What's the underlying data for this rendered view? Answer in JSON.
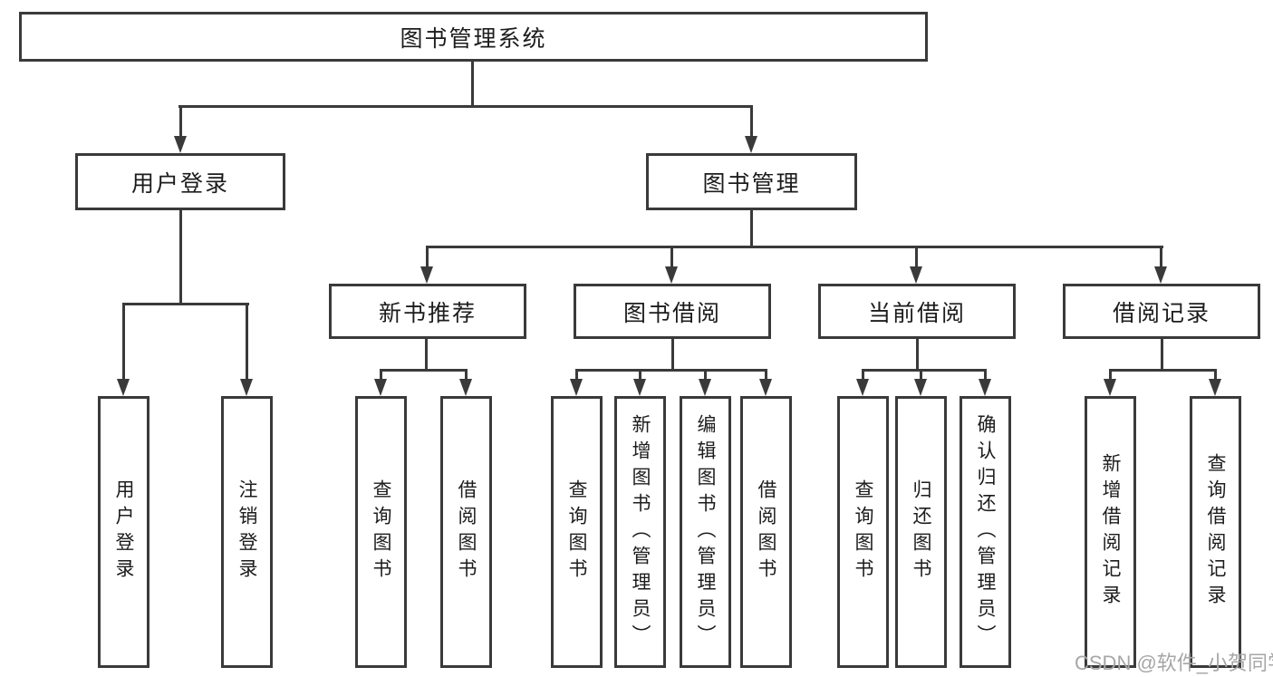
{
  "diagram_type": "hierarchy-tree",
  "tree": {
    "label": "图书管理系统",
    "children": [
      {
        "label": "用户登录",
        "children": [
          {
            "label": "用户登录"
          },
          {
            "label": "注销登录"
          }
        ]
      },
      {
        "label": "图书管理",
        "children": [
          {
            "label": "新书推荐",
            "children": [
              {
                "label": "查询图书"
              },
              {
                "label": "借阅图书"
              }
            ]
          },
          {
            "label": "图书借阅",
            "children": [
              {
                "label": "查询图书"
              },
              {
                "label": "新增图书（管理员）"
              },
              {
                "label": "编辑图书（管理员）"
              },
              {
                "label": "借阅图书"
              }
            ]
          },
          {
            "label": "当前借阅",
            "children": [
              {
                "label": "查询图书"
              },
              {
                "label": "归还图书"
              },
              {
                "label": "确认归还（管理员）"
              }
            ]
          },
          {
            "label": "借阅记录",
            "children": [
              {
                "label": "新增借阅记录"
              },
              {
                "label": "查询借阅记录"
              }
            ]
          }
        ]
      }
    ]
  },
  "watermark": {
    "text": "CSDN @软件_小贺同学"
  },
  "colors": {
    "background": "#ffffff",
    "box_fill": "#ffffff",
    "box_border": "#3a3a3a",
    "connector": "#3a3a3a",
    "text": "#1c1c1c",
    "watermark": "#a6a6a6"
  }
}
